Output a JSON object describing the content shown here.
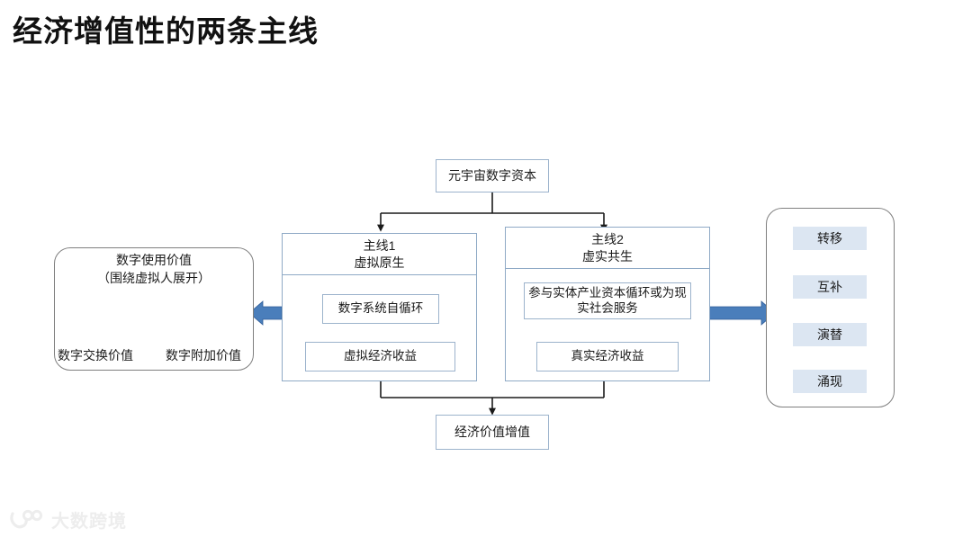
{
  "page": {
    "title": "经济增值性的两条主线",
    "background_color": "#ffffff",
    "accent_blue": "#4A7EBB",
    "arrow_blue": "#5B9BD5",
    "bar_fill": "#DCE6F2",
    "box_border": "#9CB3CC",
    "connector_color": "#1a1a1a"
  },
  "diagram": {
    "top_node": {
      "label": "元宇宙数字资本"
    },
    "bottom_node": {
      "label": "经济价值增值"
    },
    "branches": [
      {
        "id": "branch-1",
        "header_line1": "主线1",
        "header_line2": "虚拟原生",
        "steps": [
          {
            "label": "数字系统自循环"
          },
          {
            "label": "虚拟经济收益"
          }
        ]
      },
      {
        "id": "branch-2",
        "header_line1": "主线2",
        "header_line2": "虚实共生",
        "steps": [
          {
            "label": "参与实体产业资本循环或为现实社会服务"
          },
          {
            "label": "真实经济收益"
          }
        ]
      }
    ],
    "left_panel": {
      "top_label_line1": "数字使用价值",
      "top_label_line2": "（围绕虚拟人展开）",
      "bottom_left_label": "数字交换价值",
      "bottom_right_label": "数字附加价值",
      "relation": "triangle-double-arrows"
    },
    "right_panel": {
      "items": [
        {
          "label": "转移"
        },
        {
          "label": "互补"
        },
        {
          "label": "演替"
        },
        {
          "label": "涌现"
        }
      ]
    },
    "flow_arrows": {
      "to_left_panel": "left-block-arrow",
      "to_right_panel": "right-block-arrow"
    }
  },
  "watermark": {
    "text": "大数跨境",
    "icon": "panda-logo-icon"
  }
}
